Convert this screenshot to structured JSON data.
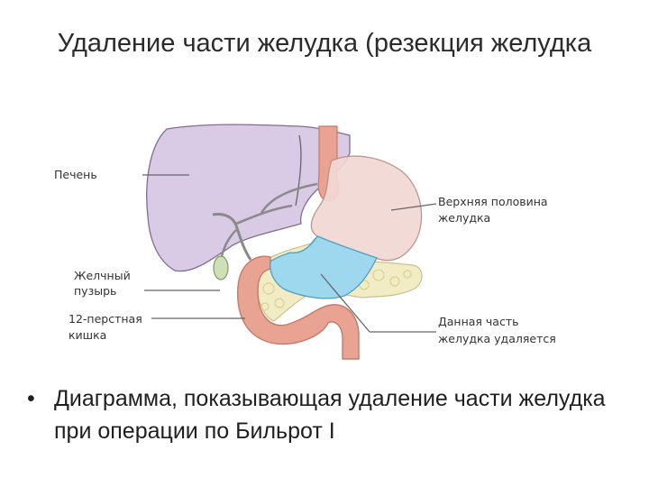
{
  "slide": {
    "title": "Удаление части желудка (резекция желудка",
    "bullet_symbol": "•",
    "bullet": "Диаграмма, показывающая удаление части желудка при операции по Бильрот I"
  },
  "diagram": {
    "labels": {
      "liver": "Печень",
      "gallbladder_1": "Желчный",
      "gallbladder_2": "пузырь",
      "duodenum_1": "12-перстная",
      "duodenum_2": "кишка",
      "upper_stomach_1": "Верхняя половина",
      "upper_stomach_2": "желудка",
      "removed_1": "Данная часть",
      "removed_2": "желудка удаляется"
    },
    "colors": {
      "liver": "#d8c8e6",
      "upper_stomach": "#f2d8d4",
      "removed_part": "#9ed8ee",
      "duodenum": "#e8a392",
      "pancreas": "#f1ecc4",
      "gallbladder": "#cfe0b8"
    }
  }
}
